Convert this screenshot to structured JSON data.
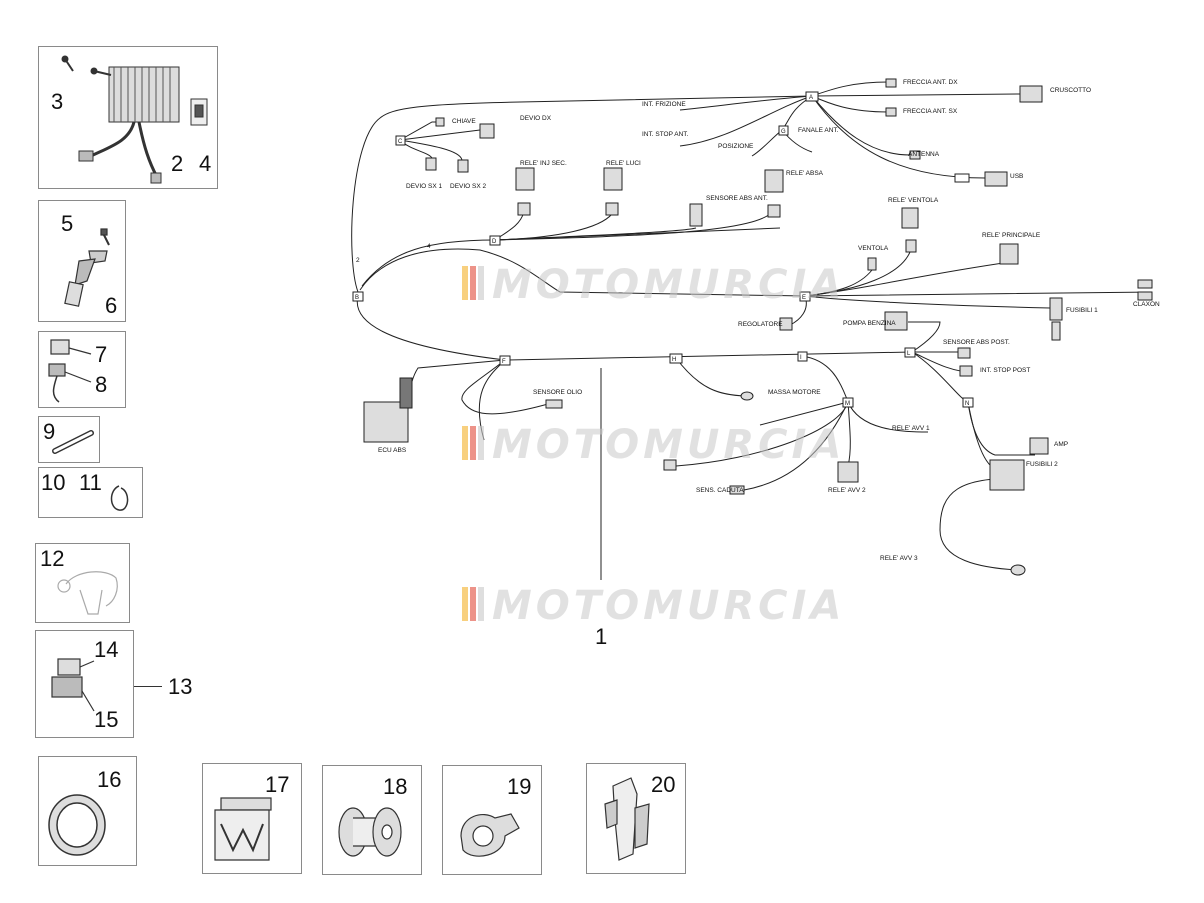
{
  "callouts": [
    "1",
    "2",
    "3",
    "4",
    "5",
    "6",
    "7",
    "8",
    "9",
    "10",
    "11",
    "12",
    "13",
    "14",
    "15",
    "16",
    "17",
    "18",
    "19",
    "20"
  ],
  "watermark": "MOTOMURCIA",
  "watermark_colors": [
    "#f3b12a",
    "#e14b3b",
    "#c8c8c8"
  ],
  "harness_labels": {
    "freccia_ant_dx": "FRECCIA ANT. DX",
    "cruscotto": "CRUSCOTTO",
    "int_frizione": "INT. FRIZIONE",
    "devio_dx": "DEVIO DX",
    "chiave": "CHIAVE",
    "int_stop_ant": "INT. STOP ANT.",
    "freccia_ant_sx": "FRECCIA ANT. SX",
    "fanale_ant": "FANALE ANT.",
    "posizione": "POSIZIONE",
    "antenna": "ANTENNA",
    "usb": "USB",
    "devio_sx_1": "DEVIO SX 1",
    "devio_sx_2": "DEVIO SX 2",
    "rele_inj_sec": "RELE' INJ SEC.",
    "rele_luci": "RELE' LUCI",
    "rele_abs": "RELE' ABSA",
    "sensore_abs_ant": "SENSORE ABS ANT.",
    "rele_ventola": "RELE' VENTOLA",
    "ventola": "VENTOLA",
    "rele_principale": "RELE' PRINCIPALE",
    "claxon": "CLAXON",
    "fusibili_1": "FUSIBILI 1",
    "regolatore": "REGOLATORE",
    "pompa_benzina": "POMPA BENZINA",
    "sensore_abs_post": "SENSORE ABS POST.",
    "int_stop_post": "INT. STOP POST",
    "ecu_abs": "ECU ABS",
    "sensore_olio": "SENSORE OLIO",
    "massa_motore": "MASSA MOTORE",
    "rele_avv_1": "RELE' AVV 1",
    "amp": "AMP",
    "fusibili_2": "FUSIBILI 2",
    "sens_caduta": "SENS. CADUTA",
    "rele_avv_2": "RELE' AVV 2",
    "rele_avv_3": "RELE' AVV 3"
  },
  "connector_letters": [
    "A",
    "B",
    "C",
    "D",
    "E",
    "F",
    "G",
    "H",
    "I",
    "L",
    "M",
    "N"
  ],
  "branch_marks": [
    "2",
    "4"
  ]
}
